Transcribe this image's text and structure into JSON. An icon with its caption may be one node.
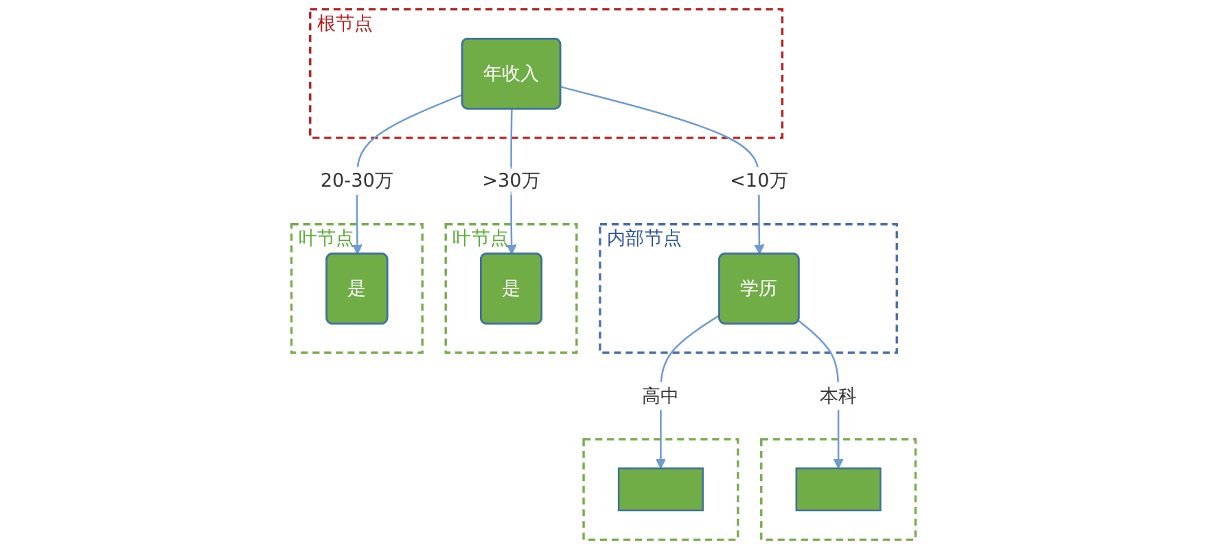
{
  "diagram": {
    "nodes": [
      {
        "text": [
          "根节点"
        ]
      },
      {
        "text": [
          "年收入"
        ],
        "in": 0
      },
      {
        "text": [
          "叶节点"
        ]
      },
      {
        "text": [
          "是"
        ],
        "in": 2
      },
      {
        "text": [
          "叶节点"
        ]
      },
      {
        "text": [
          "是"
        ],
        "in": 4
      },
      {
        "text": [
          "内部节点"
        ]
      },
      {
        "text": [
          "学历"
        ],
        "in": 6
      },
      {
        "text": [],
        "shape": "box"
      },
      {
        "text": [],
        "shape": "box",
        "in": 8
      },
      {
        "text": [],
        "shape": "box"
      },
      {
        "text": [],
        "shape": "box",
        "in": 10
      }
    ],
    "edges": [
      {
        "from": 1,
        "to": 3,
        "arrow": "to",
        "label": "20-30万"
      },
      {
        "from": 1,
        "to": 5,
        "arrow": "to",
        "label": ">30万"
      },
      {
        "from": 1,
        "to": 7,
        "arrow": "to",
        "label": "<10万"
      },
      {
        "from": 7,
        "to": 9,
        "arrow": "to",
        "label": "高中"
      },
      {
        "from": 7,
        "to": 11,
        "arrow": "to",
        "label": "本科"
      }
    ]
  }
}
